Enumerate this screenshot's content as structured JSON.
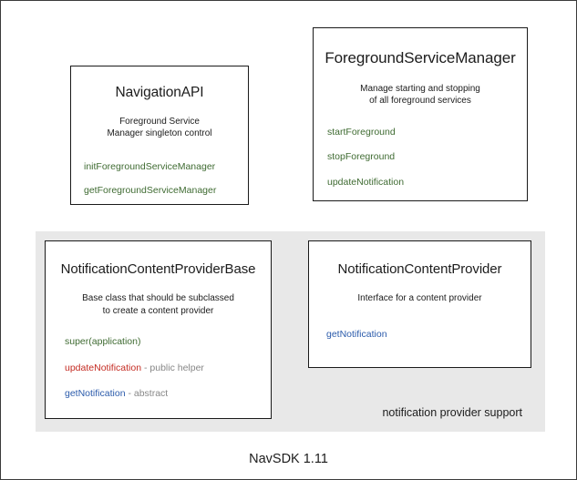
{
  "diagram": {
    "footer_caption": "NavSDK 1.11",
    "group_panel": {
      "label": "notification provider support",
      "background": "#e8e8e8"
    },
    "colors": {
      "method_green": "#3f6b32",
      "method_red": "#c42b22",
      "method_blue": "#2b5bab",
      "note_gray": "#878787",
      "text": "#1c1c1c",
      "box_border": "#1a1a1a",
      "canvas_border": "#3b3b3b",
      "canvas_background": "#ffffff"
    },
    "boxes": [
      {
        "id": "navigation-api",
        "title": "NavigationAPI",
        "description": "Foreground Service\nManager singleton control",
        "methods": [
          {
            "name": "initForegroundServiceManager",
            "note": "",
            "color": "green"
          },
          {
            "name": "getForegroundServiceManager",
            "note": "",
            "color": "green"
          }
        ]
      },
      {
        "id": "foreground-service-manager",
        "title": "ForegroundServiceManager",
        "description": "Manage starting and stopping\nof all foreground services",
        "methods": [
          {
            "name": "startForeground",
            "note": "",
            "color": "green"
          },
          {
            "name": "stopForeground",
            "note": "",
            "color": "green"
          },
          {
            "name": "updateNotification",
            "note": "",
            "color": "green"
          }
        ]
      },
      {
        "id": "provider-base",
        "title": "NotificationContentProviderBase",
        "description": "Base class that should be subclassed\nto create a content provider",
        "methods": [
          {
            "name": "super(application)",
            "note": "",
            "color": "green"
          },
          {
            "name": "updateNotification",
            "note": " - public helper",
            "color": "red"
          },
          {
            "name": "getNotification",
            "note": " - abstract",
            "color": "blue"
          }
        ]
      },
      {
        "id": "provider-interface",
        "title": "NotificationContentProvider",
        "description": "Interface for a content provider",
        "methods": [
          {
            "name": "getNotification",
            "note": "",
            "color": "blue"
          }
        ]
      }
    ]
  }
}
